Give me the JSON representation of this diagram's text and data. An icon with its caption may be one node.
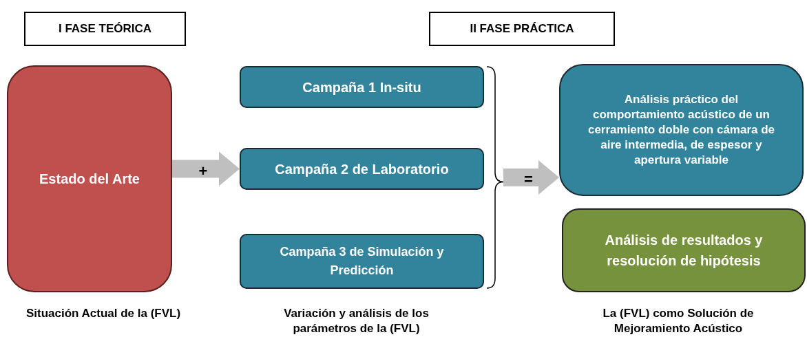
{
  "diagram": {
    "nodes": [
      {
        "text": [
          "I FASE TEÓRICA"
        ]
      },
      {
        "text": [
          "II FASE PRÁCTICA"
        ]
      },
      {
        "text": [
          "Estado del Arte"
        ]
      },
      {
        "text": [
          "Campaña 1 In-situ"
        ]
      },
      {
        "text": [
          "Campaña 2 de Laboratorio"
        ]
      },
      {
        "text": [
          "Campaña 3 de Simulación y Predicción"
        ]
      },
      {
        "text": [],
        "shape": "bracket"
      },
      {
        "text": [
          "Análisis práctico del comportamiento acústico de un cerramiento doble con cámara de aire intermedia, de espesor y apertura variable"
        ]
      },
      {
        "text": [
          "Análisis de resultados y resolución de hipótesis"
        ]
      }
    ],
    "edges": [
      {
        "from": 2,
        "to": 4,
        "arrow": "to",
        "label": "+"
      },
      {
        "from": 6,
        "to": 7,
        "arrow": "to",
        "label": "="
      }
    ],
    "labels": [
      "Situación Actual de la (FVL)",
      "Variación y análisis de los parámetros de la (FVL)",
      "La (FVL) como Solución de Mejoramiento Acústico"
    ]
  }
}
